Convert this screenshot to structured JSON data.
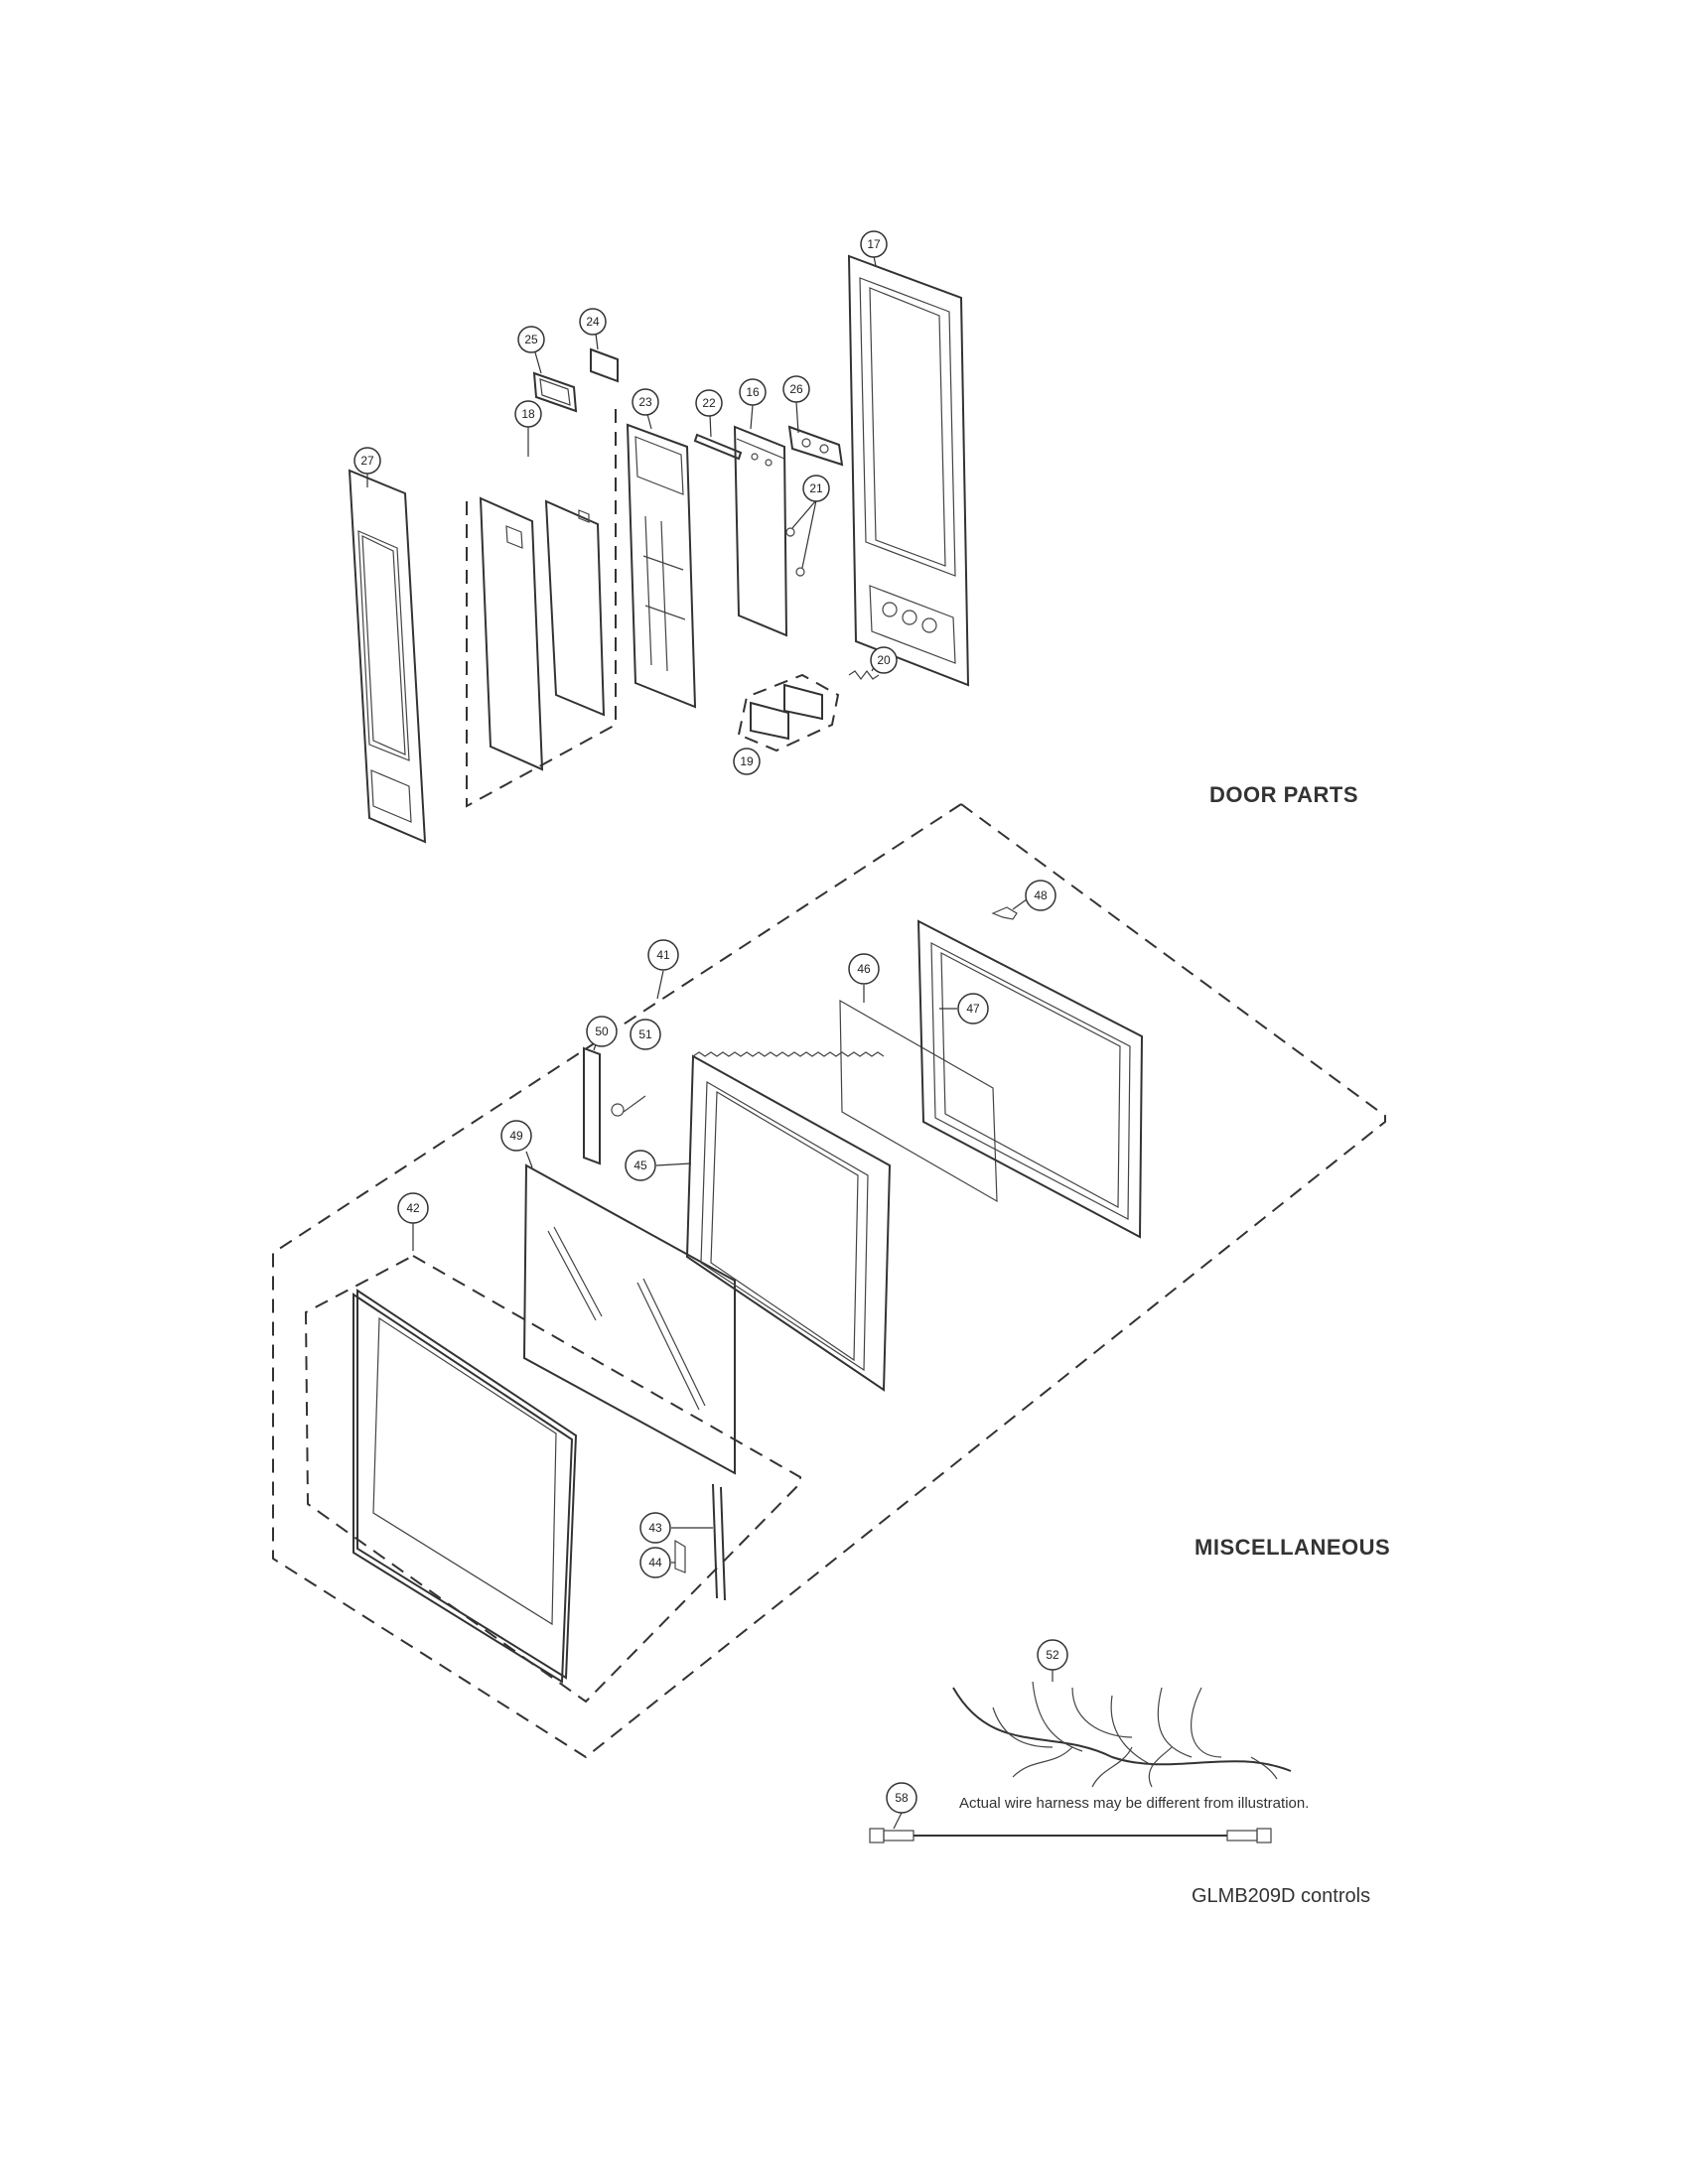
{
  "sections": {
    "door_parts": "DOOR PARTS",
    "miscellaneous": "MISCELLANEOUS"
  },
  "note": "Actual wire harness may be different from illustration.",
  "model_label": "GLMB209D controls",
  "callouts": {
    "c16": "16",
    "c17": "17",
    "c18": "18",
    "c19": "19",
    "c20": "20",
    "c21": "21",
    "c22": "22",
    "c23": "23",
    "c24": "24",
    "c25": "25",
    "c26": "26",
    "c27": "27",
    "c41": "41",
    "c42": "42",
    "c43": "43",
    "c44": "44",
    "c45": "45",
    "c46": "46",
    "c47": "47",
    "c48": "48",
    "c49": "49",
    "c50": "50",
    "c51": "51",
    "c52": "52",
    "c58": "58"
  }
}
